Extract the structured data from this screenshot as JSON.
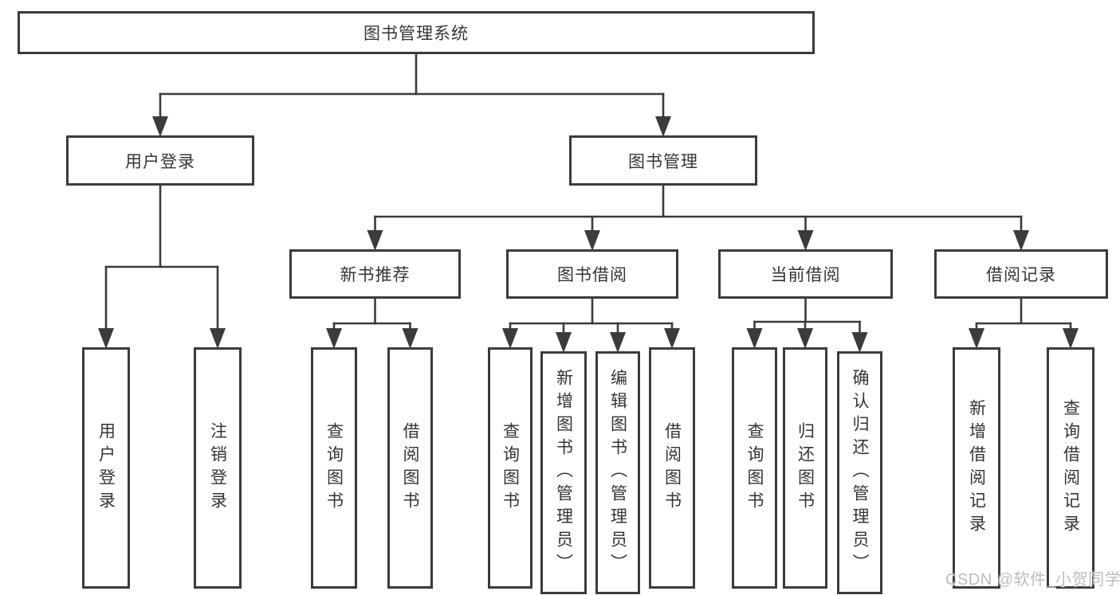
{
  "diagram": {
    "title": "图书管理系统",
    "watermark": "CSDN @软件_小贺同学",
    "colors": {
      "line": "#3b3b3b",
      "text": "#343434",
      "background": "#ffffff",
      "watermark": "#b5b5b5"
    },
    "nodes": [
      {
        "id": "sys",
        "label": "图书管理系统",
        "level": 1,
        "orientation": "horizontal"
      },
      {
        "id": "login",
        "label": "用户登录",
        "level": 2,
        "orientation": "horizontal"
      },
      {
        "id": "mgmt",
        "label": "图书管理",
        "level": 2,
        "orientation": "horizontal"
      },
      {
        "id": "recommend",
        "label": "新书推荐",
        "level": 3,
        "orientation": "horizontal"
      },
      {
        "id": "borrow",
        "label": "图书借阅",
        "level": 3,
        "orientation": "horizontal"
      },
      {
        "id": "current",
        "label": "当前借阅",
        "level": 3,
        "orientation": "horizontal"
      },
      {
        "id": "records",
        "label": "借阅记录",
        "level": 3,
        "orientation": "horizontal"
      },
      {
        "id": "user-login",
        "label": "用户登录",
        "level": 4,
        "orientation": "vertical"
      },
      {
        "id": "logout",
        "label": "注销登录",
        "level": 4,
        "orientation": "vertical"
      },
      {
        "id": "rec-query",
        "label": "查询图书",
        "level": 4,
        "orientation": "vertical"
      },
      {
        "id": "rec-borrow",
        "label": "借阅图书",
        "level": 4,
        "orientation": "vertical"
      },
      {
        "id": "bor-query",
        "label": "查询图书",
        "level": 4,
        "orientation": "vertical"
      },
      {
        "id": "bor-add",
        "label": "新增图书（管理员）",
        "level": 4,
        "orientation": "vertical"
      },
      {
        "id": "bor-edit",
        "label": "编辑图书（管理员）",
        "level": 4,
        "orientation": "vertical"
      },
      {
        "id": "bor-borrow",
        "label": "借阅图书",
        "level": 4,
        "orientation": "vertical"
      },
      {
        "id": "cur-query",
        "label": "查询图书",
        "level": 4,
        "orientation": "vertical"
      },
      {
        "id": "cur-return",
        "label": "归还图书",
        "level": 4,
        "orientation": "vertical"
      },
      {
        "id": "cur-confirm",
        "label": "确认归还（管理员）",
        "level": 4,
        "orientation": "vertical"
      },
      {
        "id": "rek-add",
        "label": "新增借阅记录",
        "level": 4,
        "orientation": "vertical"
      },
      {
        "id": "rek-query",
        "label": "查询借阅记录",
        "level": 4,
        "orientation": "vertical"
      }
    ],
    "edges": [
      {
        "from": "sys",
        "to": [
          "login",
          "mgmt"
        ]
      },
      {
        "from": "login",
        "to": [
          "user-login",
          "logout"
        ]
      },
      {
        "from": "mgmt",
        "to": [
          "recommend",
          "borrow",
          "current",
          "records"
        ]
      },
      {
        "from": "recommend",
        "to": [
          "rec-query",
          "rec-borrow"
        ]
      },
      {
        "from": "borrow",
        "to": [
          "bor-query",
          "bor-add",
          "bor-edit",
          "bor-borrow"
        ]
      },
      {
        "from": "current",
        "to": [
          "cur-query",
          "cur-return",
          "cur-confirm"
        ]
      },
      {
        "from": "records",
        "to": [
          "rek-add",
          "rek-query"
        ]
      }
    ]
  }
}
